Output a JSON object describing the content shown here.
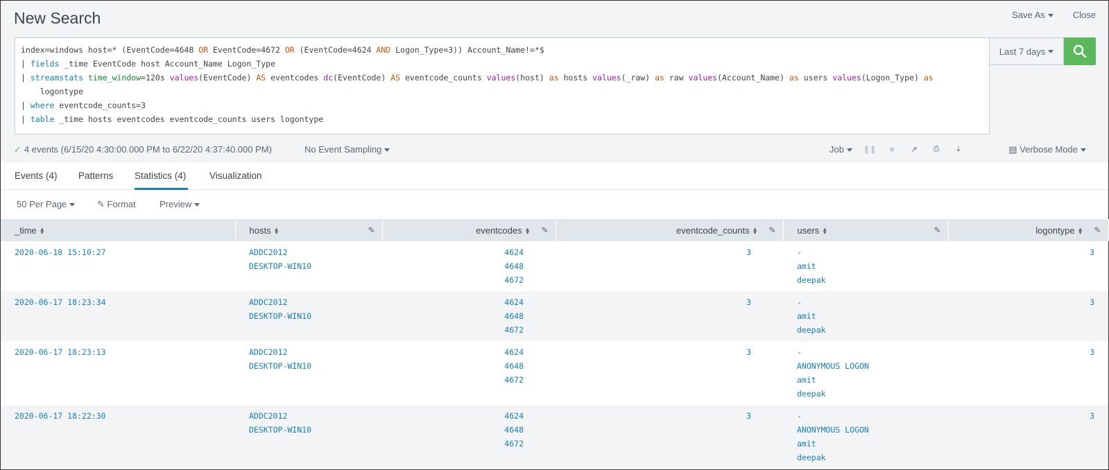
{
  "header": {
    "title": "New Search",
    "save_as": "Save As",
    "close": "Close"
  },
  "search": {
    "line1_a": "index=windows host=* (EventCode=4648 ",
    "line1_or1": "OR",
    "line1_b": " EventCode=4672 ",
    "line1_or2": "OR",
    "line1_c": " (EventCode=4624 ",
    "line1_and": "AND",
    "line1_d": " Logon_Type=3)) Account_Name!=*$",
    "line2_pipe": "| ",
    "line2_cmd": "fields",
    "line2_rest": " _time EventCode host Account_Name Logon_Type",
    "line3_pipe": "| ",
    "line3_cmd": "streamstats",
    "line3_arg": " time_window",
    "line3_a": "=120s ",
    "line3_f1": "values",
    "line3_b": "(EventCode) ",
    "line3_as1": "AS",
    "line3_c": " eventcodes ",
    "line3_f2": "dc",
    "line3_d": "(EventCode) ",
    "line3_as2": "AS",
    "line3_e": " eventcode_counts ",
    "line3_f3": "values",
    "line3_g": "(host) ",
    "line3_as3": "as",
    "line3_h": " hosts ",
    "line3_f4": "values",
    "line3_i": "(_raw) ",
    "line3_as4": "as",
    "line3_j": " raw ",
    "line3_f5": "values",
    "line3_k": "(Account_Name) ",
    "line3_as5": "as",
    "line3_l": " users ",
    "line3_f6": "values",
    "line3_m": "(Logon_Type) ",
    "line3_as6": "as",
    "line4": "    logontype",
    "line5_pipe": "| ",
    "line5_cmd": "where",
    "line5_rest": " eventcode_counts=3",
    "line6_pipe": "| ",
    "line6_cmd": "table",
    "line6_rest": " _time hosts eventcodes eventcode_counts users logontype"
  },
  "time_picker": "Last 7 days",
  "status": {
    "events": "4 events (6/15/20 4:30:00.000 PM to 6/22/20 4:37:40.000 PM)",
    "sampling": "No Event Sampling",
    "job": "Job",
    "mode": "Verbose Mode"
  },
  "tabs": [
    {
      "label": "Events (4)"
    },
    {
      "label": "Patterns"
    },
    {
      "label": "Statistics (4)"
    },
    {
      "label": "Visualization"
    }
  ],
  "controls": {
    "per_page": "50 Per Page",
    "format": "Format",
    "preview": "Preview"
  },
  "columns": [
    "_time",
    "hosts",
    "eventcodes",
    "eventcode_counts",
    "users",
    "logontype"
  ],
  "rows": [
    {
      "time": "2020-06-18 15:10:27",
      "hosts": [
        "ADDC2012",
        "DESKTOP-WIN10"
      ],
      "eventcodes": [
        "4624",
        "4648",
        "4672"
      ],
      "counts": "3",
      "users": [
        "-",
        "amit",
        "deepak"
      ],
      "logontype": "3"
    },
    {
      "time": "2020-06-17 18:23:34",
      "hosts": [
        "ADDC2012",
        "DESKTOP-WIN10"
      ],
      "eventcodes": [
        "4624",
        "4648",
        "4672"
      ],
      "counts": "3",
      "users": [
        "-",
        "amit",
        "deepak"
      ],
      "logontype": "3"
    },
    {
      "time": "2020-06-17 18:23:13",
      "hosts": [
        "ADDC2012",
        "DESKTOP-WIN10"
      ],
      "eventcodes": [
        "4624",
        "4648",
        "4672"
      ],
      "counts": "3",
      "users": [
        "-",
        "ANONYMOUS LOGON",
        "amit",
        "deepak"
      ],
      "logontype": "3"
    },
    {
      "time": "2020-06-17 18:22:30",
      "hosts": [
        "ADDC2012",
        "DESKTOP-WIN10"
      ],
      "eventcodes": [
        "4624",
        "4648",
        "4672"
      ],
      "counts": "3",
      "users": [
        "-",
        "ANONYMOUS LOGON",
        "amit",
        "deepak"
      ],
      "logontype": "3"
    }
  ],
  "colors": {
    "accent": "#1a7cb9",
    "search_button": "#5cb85c"
  }
}
